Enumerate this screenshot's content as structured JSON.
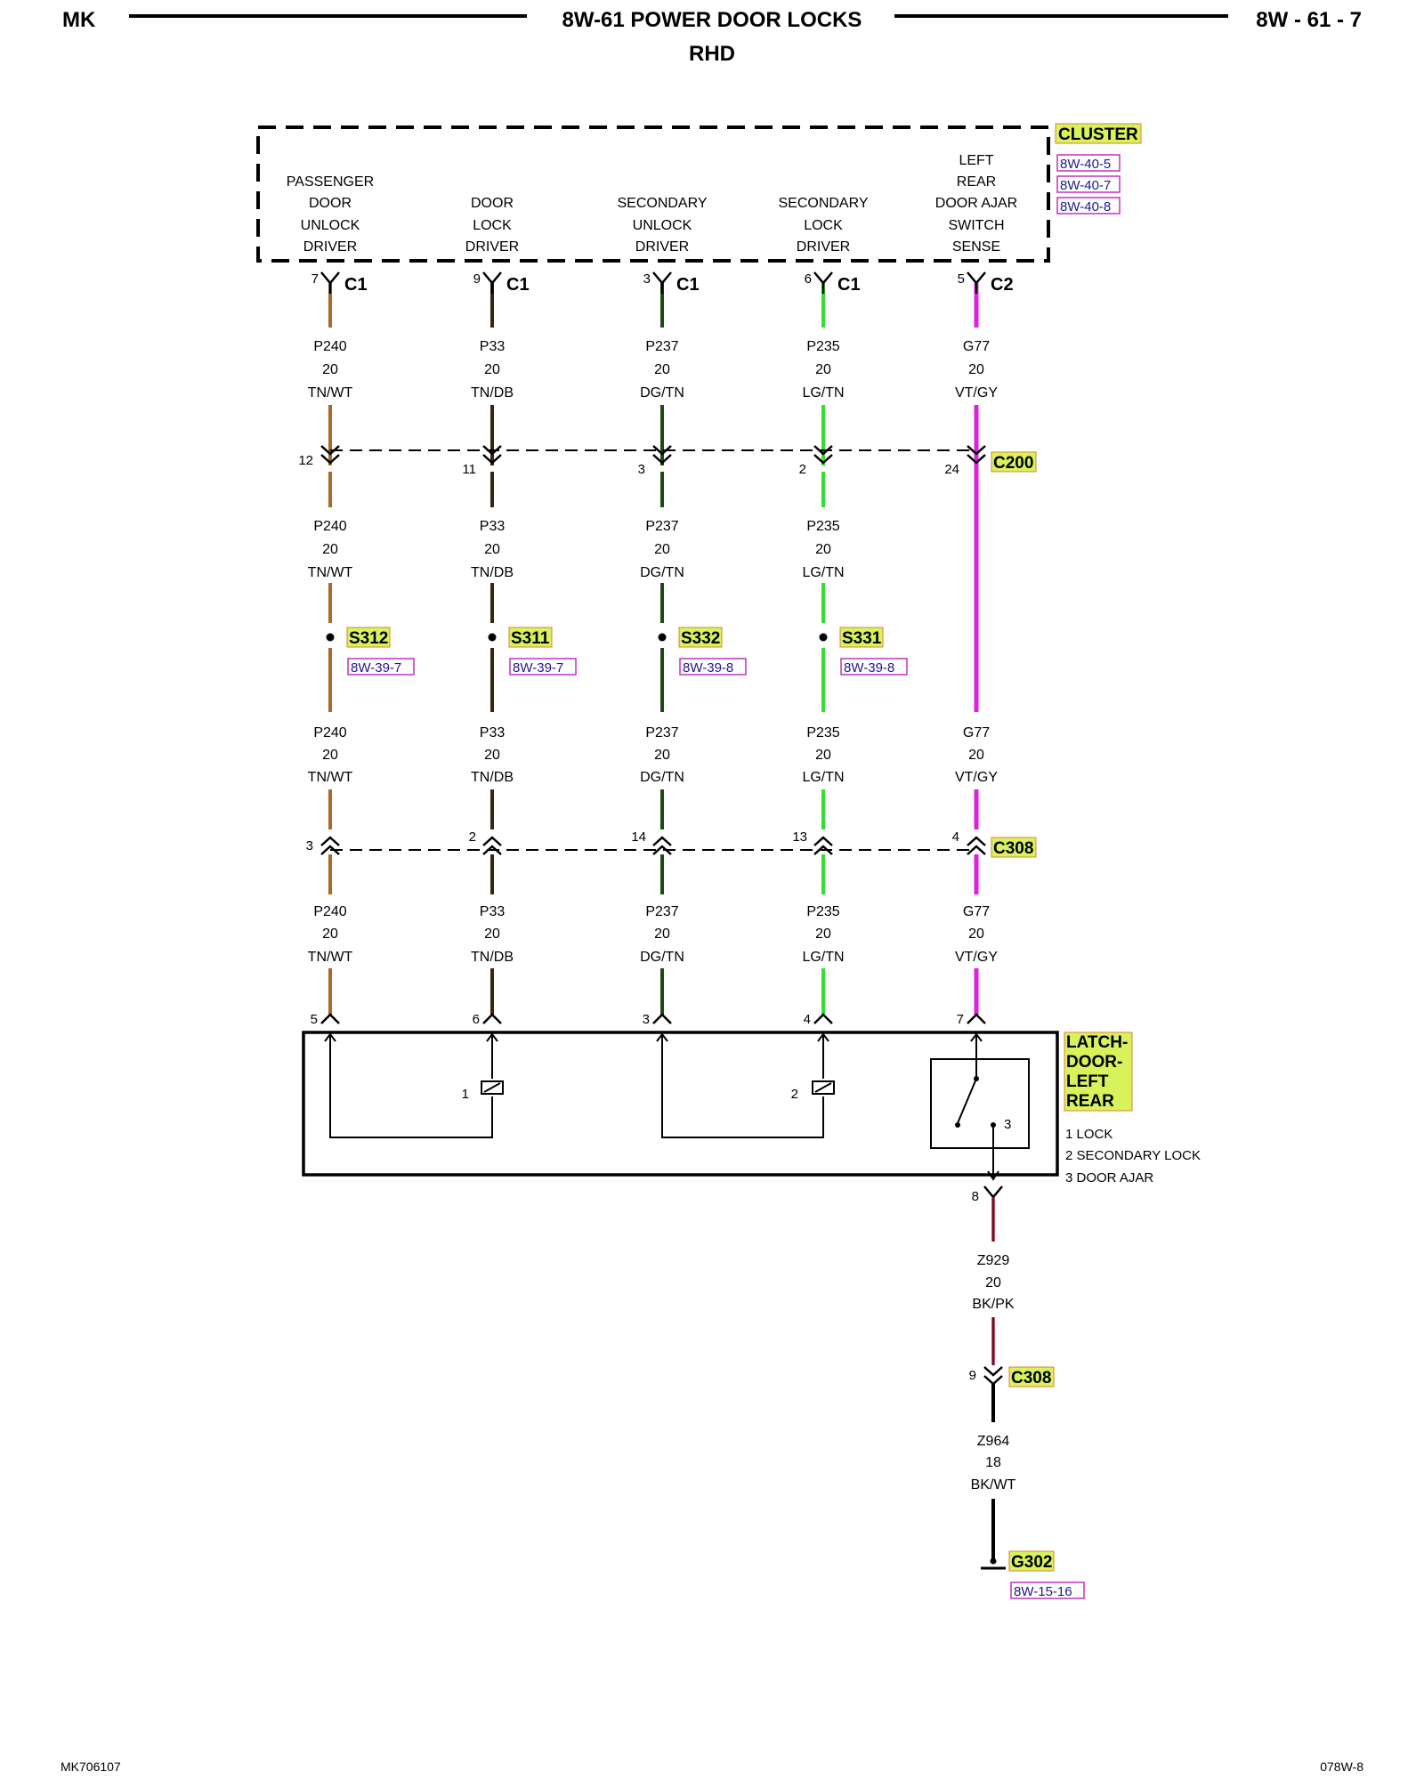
{
  "header": {
    "left": "MK",
    "title": "8W-61 POWER DOOR LOCKS",
    "subtitle": "RHD",
    "right": "8W - 61 - 7"
  },
  "footer": {
    "left": "MK706107",
    "right": "078W-8"
  },
  "colors": {
    "tan": "#a86a28",
    "tan_stripe": "#3b2410",
    "dark_green": "#1f4a16",
    "light_green": "#33dd33",
    "violet": "#e020e0",
    "black_pink": "#d0506a",
    "highlight": "#d8f25c"
  },
  "cluster": {
    "name": "CLUSTER",
    "refs": [
      "8W-40-5",
      "8W-40-7",
      "8W-40-8"
    ],
    "functions": [
      [
        "PASSENGER",
        "DOOR",
        "UNLOCK",
        "DRIVER"
      ],
      [
        "DOOR",
        "LOCK",
        "DRIVER"
      ],
      [
        "SECONDARY",
        "UNLOCK",
        "DRIVER"
      ],
      [
        "SECONDARY",
        "LOCK",
        "DRIVER"
      ],
      [
        "LEFT",
        "REAR",
        "DOOR AJAR",
        "SWITCH",
        "SENSE"
      ]
    ],
    "pins": [
      {
        "pin": "7",
        "conn": "C1"
      },
      {
        "pin": "9",
        "conn": "C1"
      },
      {
        "pin": "3",
        "conn": "C1"
      },
      {
        "pin": "6",
        "conn": "C1"
      },
      {
        "pin": "5",
        "conn": "C2"
      }
    ]
  },
  "circuits": [
    {
      "id": "P240",
      "gauge": "20",
      "color": "TN/WT"
    },
    {
      "id": "P33",
      "gauge": "20",
      "color": "TN/DB"
    },
    {
      "id": "P237",
      "gauge": "20",
      "color": "DG/TN"
    },
    {
      "id": "P235",
      "gauge": "20",
      "color": "LG/TN"
    },
    {
      "id": "G77",
      "gauge": "20",
      "color": "VT/GY"
    }
  ],
  "c200": {
    "name": "C200",
    "pins": [
      "12",
      "11",
      "3",
      "2",
      "24"
    ]
  },
  "splices": [
    {
      "name": "S312",
      "ref": "8W-39-7"
    },
    {
      "name": "S311",
      "ref": "8W-39-7"
    },
    {
      "name": "S332",
      "ref": "8W-39-8"
    },
    {
      "name": "S331",
      "ref": "8W-39-8"
    }
  ],
  "c308": {
    "name": "C308",
    "pins": [
      "3",
      "2",
      "14",
      "13",
      "4"
    ]
  },
  "latch": {
    "name_lines": [
      "LATCH-",
      "DOOR-",
      "LEFT",
      "REAR"
    ],
    "pins": [
      "5",
      "6",
      "3",
      "4",
      "7"
    ],
    "ground_pin": "8",
    "internal": {
      "solenoid1": "1",
      "solenoid2": "2",
      "switch": "3"
    },
    "legend": [
      "1 LOCK",
      "2 SECONDARY LOCK",
      "3 DOOR AJAR"
    ]
  },
  "ground_circuit_1": {
    "id": "Z929",
    "gauge": "20",
    "color": "BK/PK"
  },
  "ground_connector": {
    "pin": "9",
    "name": "C308"
  },
  "ground_circuit_2": {
    "id": "Z964",
    "gauge": "18",
    "color": "BK/WT"
  },
  "ground": {
    "name": "G302",
    "ref": "8W-15-16"
  }
}
